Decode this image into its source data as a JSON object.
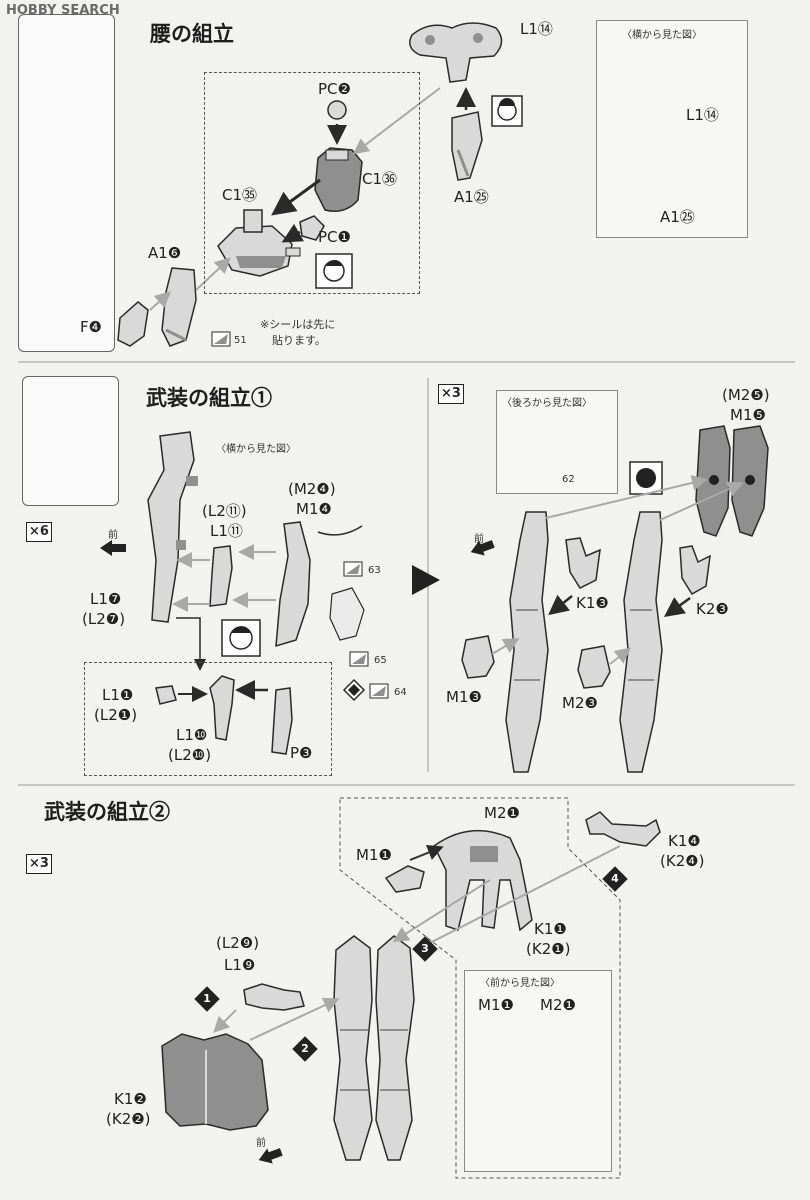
{
  "watermark": "HOBBY SEARCH",
  "section1": {
    "title": "腰の組立",
    "side_view_title": "〈横から見た図〉",
    "note_line1": "※シールは先に",
    "note_line2": "貼ります。",
    "parts": {
      "l1_14_top": "L1⑭",
      "pc2": "PC❷",
      "c1_36": "C1㊱",
      "c1_35": "C1㉟",
      "pc1": "PC❶",
      "a1_25": "A1㉕",
      "a1_6": "A1❻",
      "f4": "F❹",
      "inset_l1_14": "L1⑭",
      "inset_a1_25": "A1㉕"
    },
    "sticker": "51"
  },
  "section2": {
    "title": "武装の組立①",
    "multiplier_left": "×6",
    "multiplier_right": "×3",
    "side_view_title": "〈横から見た図〉",
    "back_view_title": "〈後ろから見た図〉",
    "front_label_left": "前",
    "front_label_right": "前",
    "parts": {
      "m2_4": "(M2❹)",
      "m1_4": "M1❹",
      "l2_11": "(L2⑪)",
      "l1_11": "L1⑪",
      "l1_7": "L1❼",
      "l2_7": "(L2❼)",
      "l1_1": "L1❶",
      "l2_1": "(L2❶)",
      "l1_10": "L1❿",
      "l2_10": "(L2❿)",
      "p3": "P❸",
      "m2_5": "(M2❺)",
      "m1_5": "M1❺",
      "k1_3": "K1❸",
      "k2_3": "K2❸",
      "m1_3": "M1❸",
      "m2_3": "M2❸"
    },
    "stickers": [
      "63",
      "65",
      "64",
      "62"
    ]
  },
  "section3": {
    "title": "武装の組立②",
    "multiplier": "×3",
    "front_view_title": "〈前から見た図〉",
    "front_label": "前",
    "step_numbers": [
      "1",
      "2",
      "3",
      "4"
    ],
    "parts": {
      "m2_1": "M2❶",
      "m1_1": "M1❶",
      "k1_4": "K1❹",
      "k2_4": "(K2❹)",
      "k1_1": "K1❶",
      "k2_1": "(K2❶)",
      "l2_9": "(L2❾)",
      "l1_9": "L1❾",
      "k1_2": "K1❷",
      "k2_2": "(K2❷)",
      "inset_m1_1": "M1❶",
      "inset_m2_1": "M2❶"
    }
  },
  "colors": {
    "background": "#f2f2f1",
    "part_fill": "#d9d9d9",
    "part_shade": "#8f8f8f",
    "line": "#2a2a2a",
    "arrow_light": "#b5b5b5"
  }
}
